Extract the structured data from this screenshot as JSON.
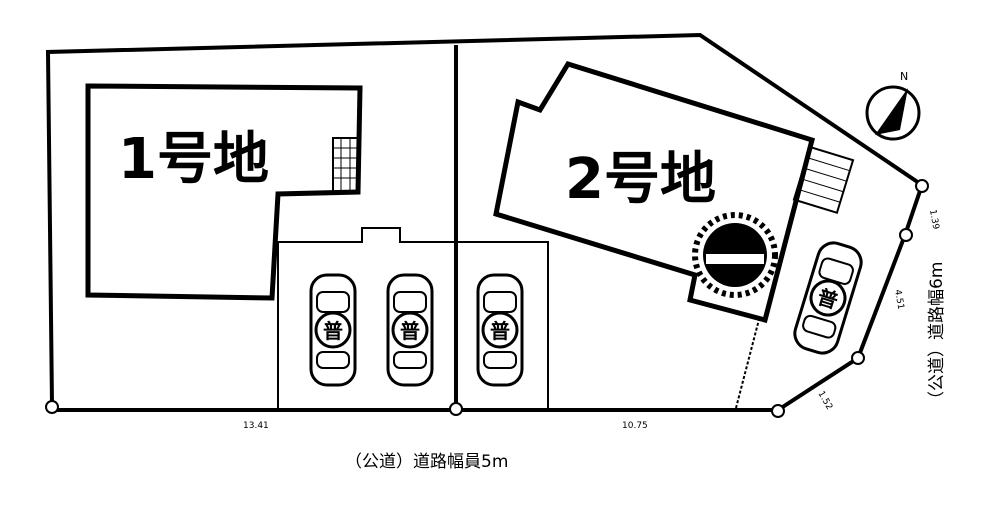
{
  "lots": [
    {
      "label": "1号地"
    },
    {
      "label": "2号地"
    }
  ],
  "parking_mark": "普",
  "roads": {
    "south": "（公道）道路幅員5m",
    "east": "（公道）道路幅6m"
  },
  "dimensions": {
    "south_lot1": "13.41",
    "south_lot2": "10.75",
    "east_1": "1.39",
    "east_2": "4.51",
    "east_3": "1.52"
  },
  "north_label": "N",
  "colors": {
    "line": "#000000",
    "background": "#ffffff"
  }
}
